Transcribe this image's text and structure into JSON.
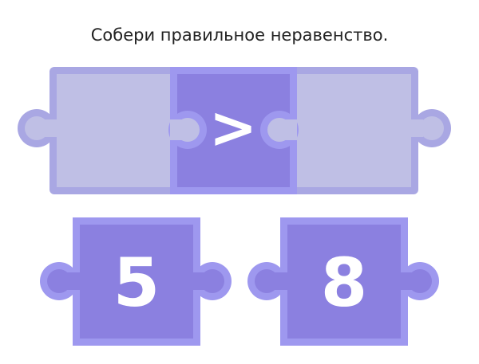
{
  "task": {
    "instruction": "Собери правильное неравенство."
  },
  "answer_row": {
    "slots": [
      {
        "id": "slot-left",
        "value": ""
      },
      {
        "id": "slot-operator",
        "value": ">"
      },
      {
        "id": "slot-right",
        "value": ""
      }
    ]
  },
  "choices": {
    "pieces": [
      {
        "id": "piece-5",
        "value": "5"
      },
      {
        "id": "piece-8",
        "value": "8"
      }
    ]
  },
  "colors": {
    "slot_fill": "#bfbfe5",
    "slot_border": "#a9a7e3",
    "piece_fill": "#8b80e0",
    "piece_border": "#9e98ef",
    "text": "#ffffff",
    "title": "#222222"
  }
}
